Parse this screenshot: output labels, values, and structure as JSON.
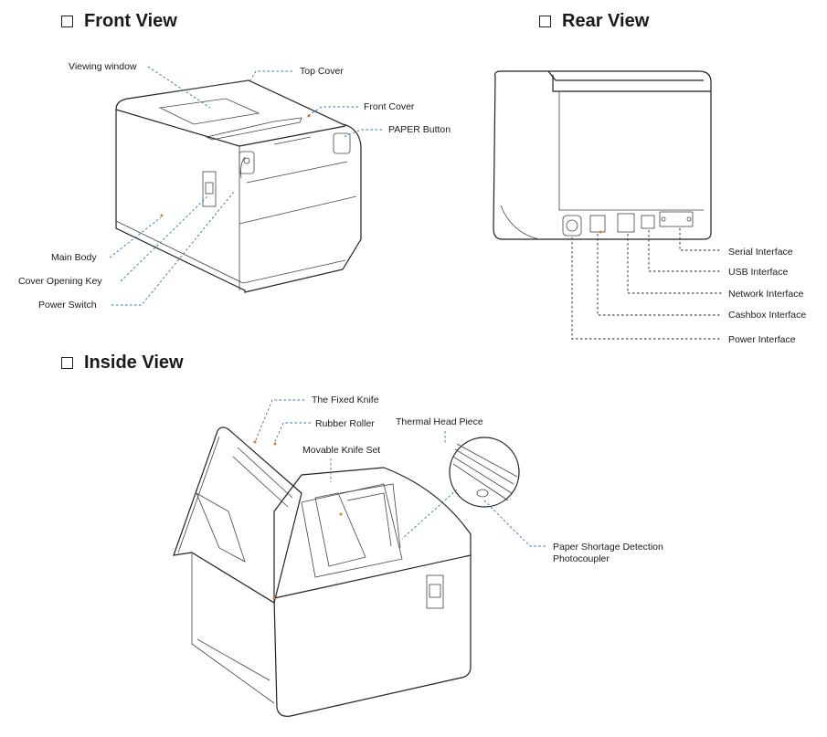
{
  "sections": {
    "front": "Front View",
    "rear": "Rear View",
    "inside": "Inside View"
  },
  "front_labels": {
    "viewing_window": "Viewing window",
    "top_cover": "Top Cover",
    "front_cover": "Front Cover",
    "paper_button": "PAPER Button",
    "main_body": "Main Body",
    "cover_opening_key": "Cover Opening Key",
    "power_switch": "Power Switch"
  },
  "rear_labels": {
    "serial": "Serial Interface",
    "usb": "USB Interface",
    "network": "Network Interface",
    "cashbox": "Cashbox Interface",
    "power": "Power Interface"
  },
  "inside_labels": {
    "fixed_knife": "The Fixed Knife",
    "rubber_roller": "Rubber Roller",
    "thermal_head": "Thermal Head Piece",
    "movable_knife": "Movable Knife Set",
    "paper_shortage_1": "Paper Shortage Detection",
    "paper_shortage_2": "Photocoupler"
  },
  "colors": {
    "leader": "#2a6fb7",
    "accent": "#e07a2a",
    "line": "#222222"
  }
}
